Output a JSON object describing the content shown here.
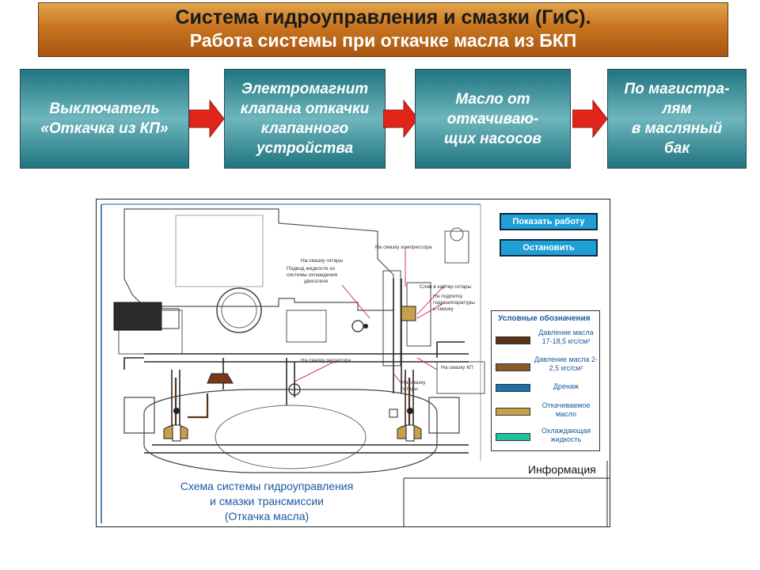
{
  "header": {
    "title": "Система гидроуправления и смазки (ГиС).",
    "subtitle": "Работа системы при откачке масла из БКП"
  },
  "flow": {
    "steps": [
      {
        "lines": [
          "Выключатель",
          "«Откачка из КП»"
        ]
      },
      {
        "lines": [
          "Электромагнит",
          "клапана откачки",
          "клапанного",
          "устройства"
        ]
      },
      {
        "lines": [
          "Масло от",
          "откачиваю-",
          "щих насосов"
        ]
      },
      {
        "lines": [
          "По магистра-",
          "лям",
          "в масляный",
          "бак"
        ]
      }
    ]
  },
  "diagram": {
    "buttons": {
      "show": "Показать работу",
      "stop": "Остановить"
    },
    "legend": {
      "title": "Условные обозначения",
      "items": [
        {
          "label": "Давление масла 17-18,5 кгс/см²",
          "color": "#5a3215"
        },
        {
          "label": "Давление масла 2-2,5 кгс/см²",
          "color": "#8b5a2b"
        },
        {
          "label": "Дренаж",
          "color": "#1f6fa8"
        },
        {
          "label": "Откачиваемое масло",
          "color": "#c9a04a"
        },
        {
          "label": "Охлаждающая жидкость",
          "color": "#1fc2a0"
        }
      ]
    },
    "info_label": "Информация",
    "caption": [
      "Схема системы гидроуправления",
      "и смазки трансмиссии",
      "(Откачка масла)"
    ],
    "callouts": {
      "gitary": "На смазку гитары",
      "podvod": "Подвод жидкости из",
      "podvod2": "системы охлаждения",
      "podvod3": "двигателя",
      "kompressor": "На смазку компрессора",
      "sliv": "Слив в картер гитары",
      "podpitka": "На подпитку",
      "podpitka2": "гидроаппаратуры",
      "podpitka3": "и смазку",
      "reduktor": "На смазку редуктора",
      "kp": "На смазку КП",
      "gitary2": "На смазку",
      "gitary3": "гитары"
    }
  }
}
